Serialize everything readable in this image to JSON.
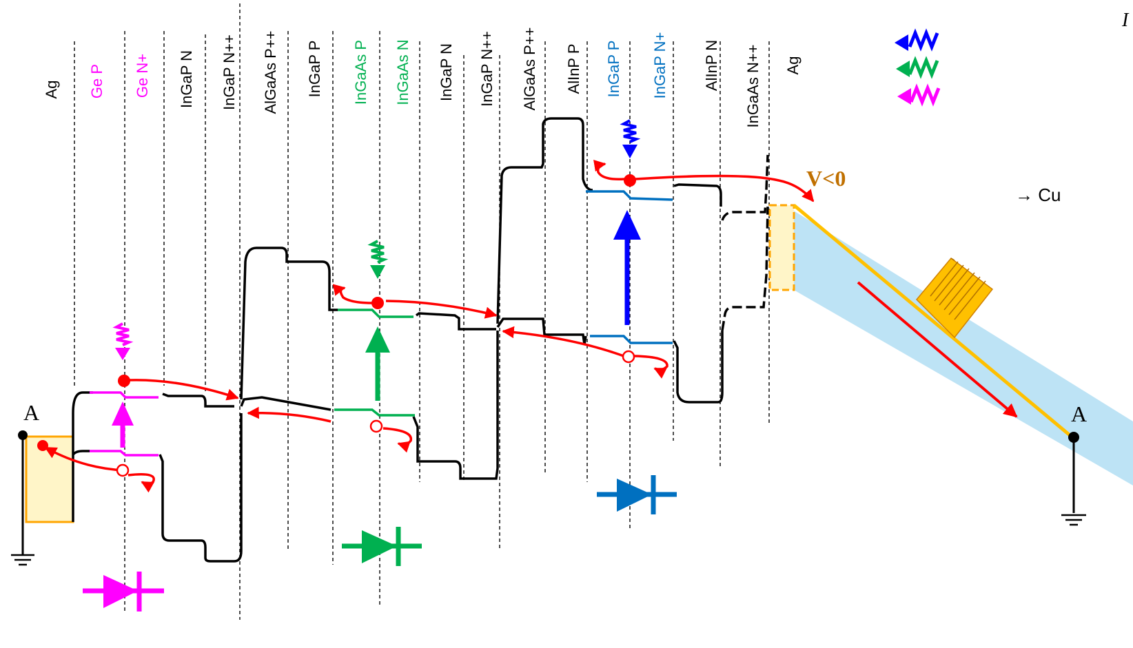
{
  "layers": [
    {
      "text": "Ag",
      "color": "#000000"
    },
    {
      "text": "Ge  P",
      "color": "#ff00ff"
    },
    {
      "text": "Ge  N+",
      "color": "#ff00ff"
    },
    {
      "text": "InGaP  N",
      "color": "#000000"
    },
    {
      "text": "InGaP  N++",
      "color": "#000000"
    },
    {
      "text": "AlGaAs  P++",
      "color": "#000000"
    },
    {
      "text": "InGaP  P",
      "color": "#000000"
    },
    {
      "text": "InGaAs  P",
      "color": "#00b050"
    },
    {
      "text": "InGaAs  N",
      "color": "#00b050"
    },
    {
      "text": "InGaP  N",
      "color": "#000000"
    },
    {
      "text": "InGaP  N++",
      "color": "#000000"
    },
    {
      "text": "AlGaAs  P++",
      "color": "#000000"
    },
    {
      "text": "AlInP  P",
      "color": "#000000"
    },
    {
      "text": "InGaP  P",
      "color": "#0070c0"
    },
    {
      "text": "InGaP  N+",
      "color": "#0070c0"
    },
    {
      "text": "AlInP  N",
      "color": "#000000"
    },
    {
      "text": "InGaAs  N++",
      "color": "#000000"
    },
    {
      "text": "Ag",
      "color": "#000000"
    }
  ],
  "terminal_left": "A",
  "terminal_right": "A",
  "voltage_label": "V<0",
  "clipped_text": "→ Cu",
  "colors": {
    "band": "#000000",
    "germanium": "#ff00ff",
    "ingaas": "#00b050",
    "ingap": "#0070c0",
    "carrier_arrow": "#ff0000",
    "blue_photon": "#0000ff",
    "contact_fill": "#fff5c8",
    "contact_border": "#ffa500",
    "wire": "#ffc000",
    "channel": "#bde3f5",
    "voltage": "#c07000"
  },
  "icons": [
    "photon-wave-icon",
    "diode-icon",
    "ground-icon",
    "coil-icon"
  ]
}
